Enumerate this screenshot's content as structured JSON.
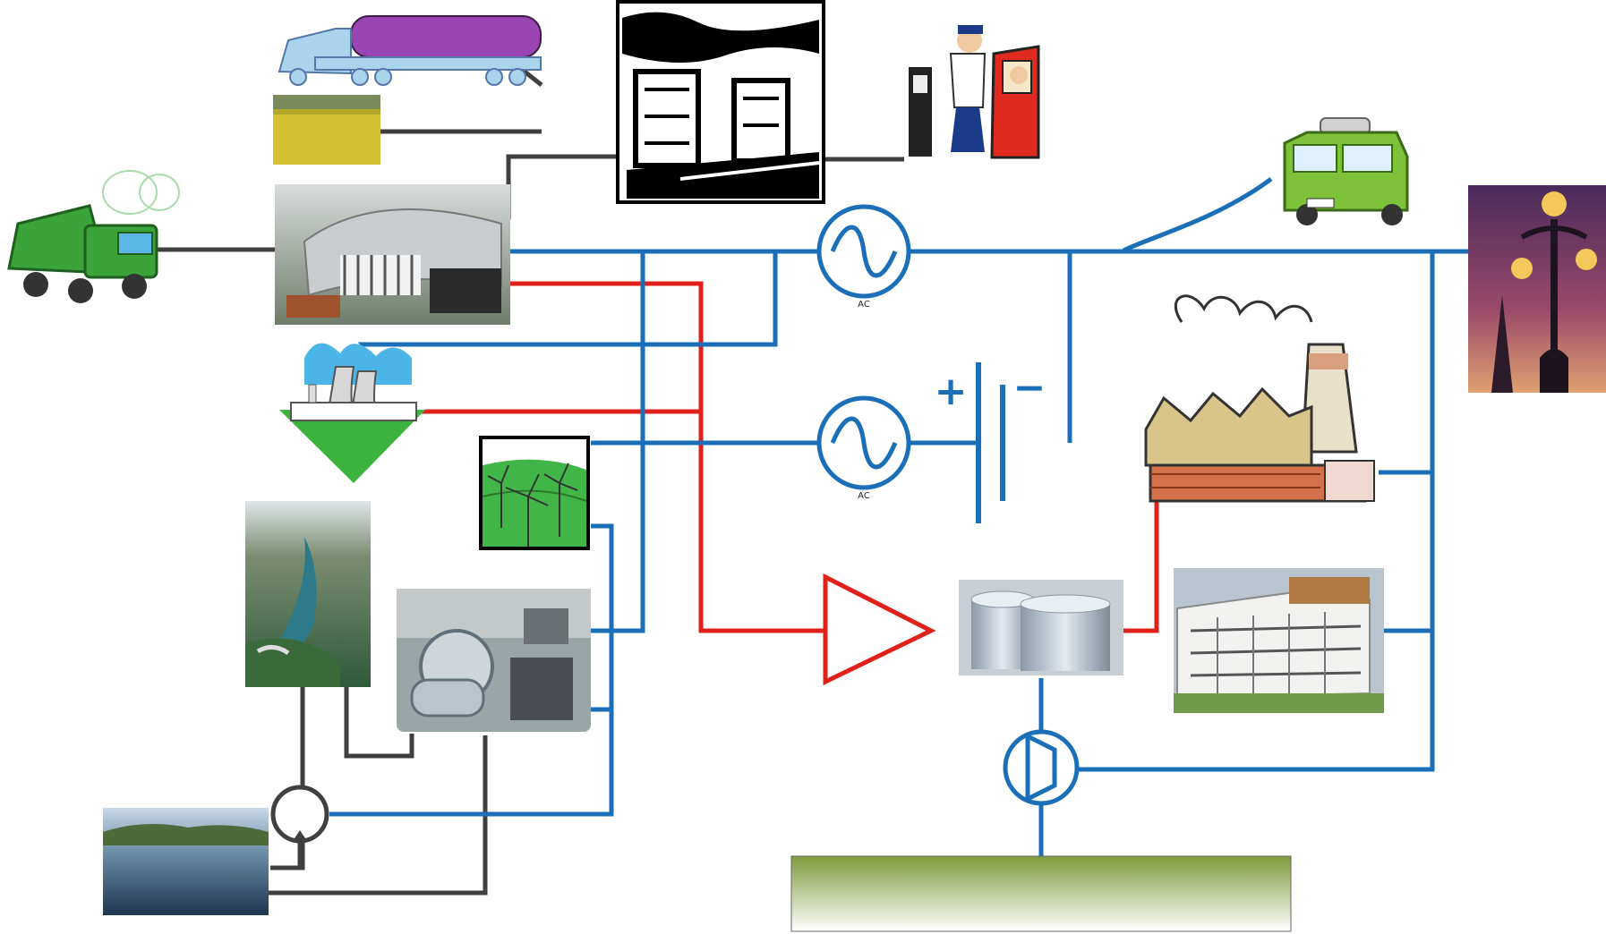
{
  "generator_labels": {
    "top": "AC",
    "middle": "AC"
  },
  "battery": {
    "plus": "+",
    "minus": "−"
  },
  "colors": {
    "electric": "#1a6fb8",
    "heat": "#e0201a",
    "material": "#404040",
    "ground_top": "#7e9a3c",
    "ground_bottom": "#ffffff"
  },
  "icons": [
    "garbage-truck",
    "tanker-truck",
    "rapeseed-field",
    "refinery",
    "fuel-station",
    "waste-to-energy-plant",
    "nuclear-plant",
    "wind-farm",
    "hydro-dam",
    "turbine-hall",
    "reservoir-lake",
    "pump",
    "ac-generator",
    "battery",
    "heat-exchanger",
    "storage-tanks",
    "compressor",
    "ground-source",
    "electric-car",
    "street-lamp",
    "factory",
    "apartment-building"
  ]
}
